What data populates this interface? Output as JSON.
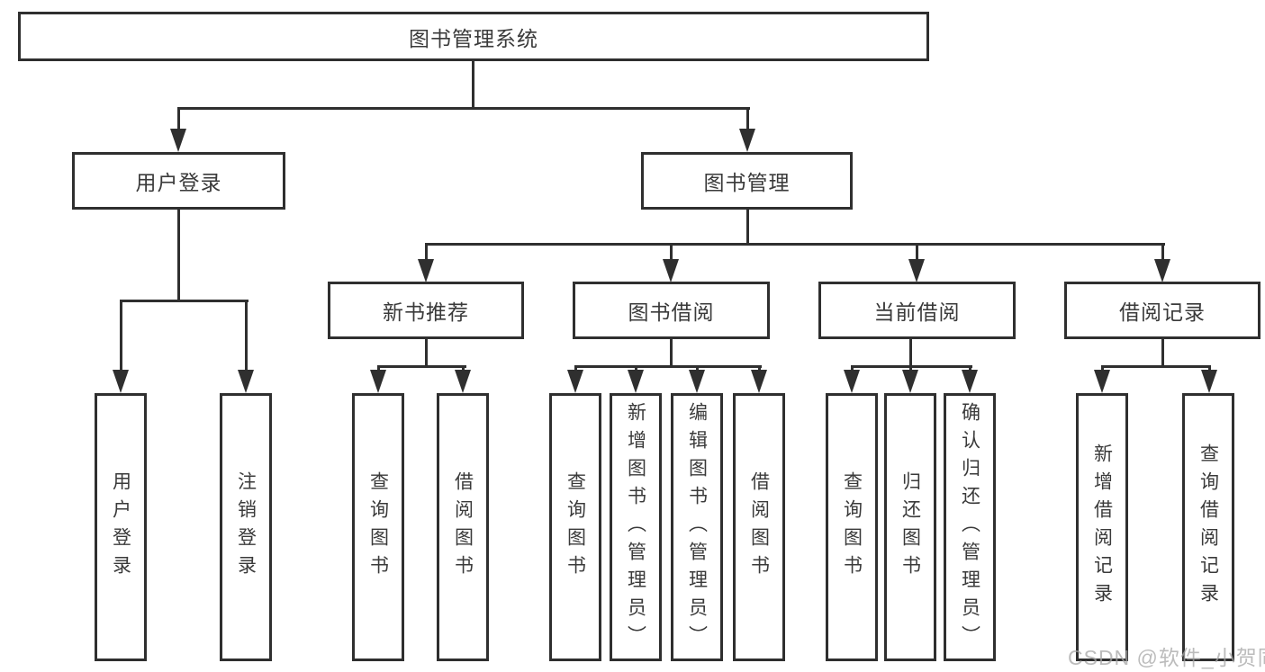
{
  "diagram": {
    "root": {
      "label": "图书管理系统"
    },
    "branches": [
      {
        "label": "用户登录",
        "children": [
          {
            "label": "用户登录"
          },
          {
            "label": "注销登录"
          }
        ]
      },
      {
        "label": "图书管理",
        "children": [
          {
            "label": "新书推荐",
            "children": [
              {
                "label": "查询图书"
              },
              {
                "label": "借阅图书"
              }
            ]
          },
          {
            "label": "图书借阅",
            "children": [
              {
                "label": "查询图书"
              },
              {
                "label": "新增图书（管理员）"
              },
              {
                "label": "编辑图书（管理员）"
              },
              {
                "label": "借阅图书"
              }
            ]
          },
          {
            "label": "当前借阅",
            "children": [
              {
                "label": "查询图书"
              },
              {
                "label": "归还图书"
              },
              {
                "label": "确认归还（管理员）"
              }
            ]
          },
          {
            "label": "借阅记录",
            "children": [
              {
                "label": "新增借阅记录"
              },
              {
                "label": "查询借阅记录"
              }
            ]
          }
        ]
      }
    ]
  },
  "watermark": {
    "text": "CSDN @软件_小贺同学"
  },
  "colors": {
    "line": "#2f2f2f",
    "text": "#3a3a3a",
    "watermark": "#a5a5a5"
  }
}
